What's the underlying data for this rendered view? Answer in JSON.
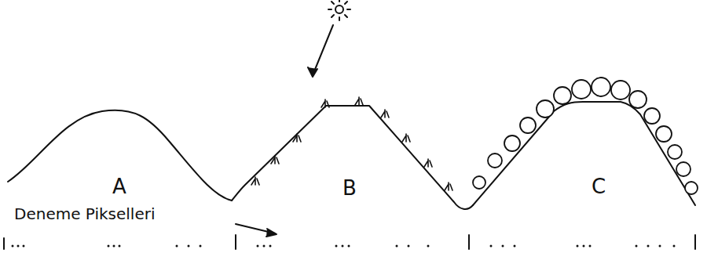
{
  "diagram": {
    "labels": [
      "A",
      "B",
      "C",
      "Deneme Pikselleri"
    ]
  }
}
